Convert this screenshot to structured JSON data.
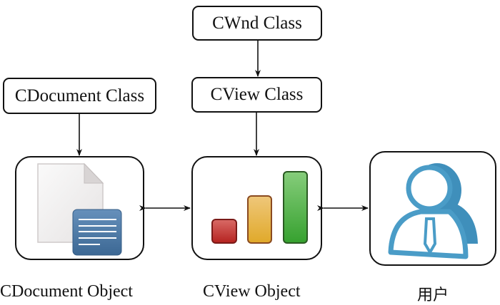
{
  "classes": {
    "cwnd": "CWnd Class",
    "cview": "CView Class",
    "cdocument": "CDocument Class"
  },
  "objects": {
    "document": {
      "label": "CDocument Object",
      "icon": "document-icon"
    },
    "view": {
      "label": "CView Object",
      "icon": "bar-chart-icon"
    },
    "user": {
      "label": "用户",
      "icon": "user-icon"
    }
  },
  "edges": [
    {
      "from": "CWnd Class",
      "to": "CView Class",
      "type": "arrow"
    },
    {
      "from": "CDocument Class",
      "to": "CDocument Object",
      "type": "arrow"
    },
    {
      "from": "CView Class",
      "to": "CView Object",
      "type": "arrow"
    },
    {
      "from": "CDocument Object",
      "to": "CView Object",
      "type": "bidirectional"
    },
    {
      "from": "CView Object",
      "to": "用户",
      "type": "bidirectional"
    }
  ],
  "colors": {
    "doc_blue": "#4a79a8",
    "user_blue": "#4a9cc7",
    "bar_red": "#c0302c",
    "bar_yellow": "#e6b43c",
    "bar_green": "#3fa63a"
  }
}
